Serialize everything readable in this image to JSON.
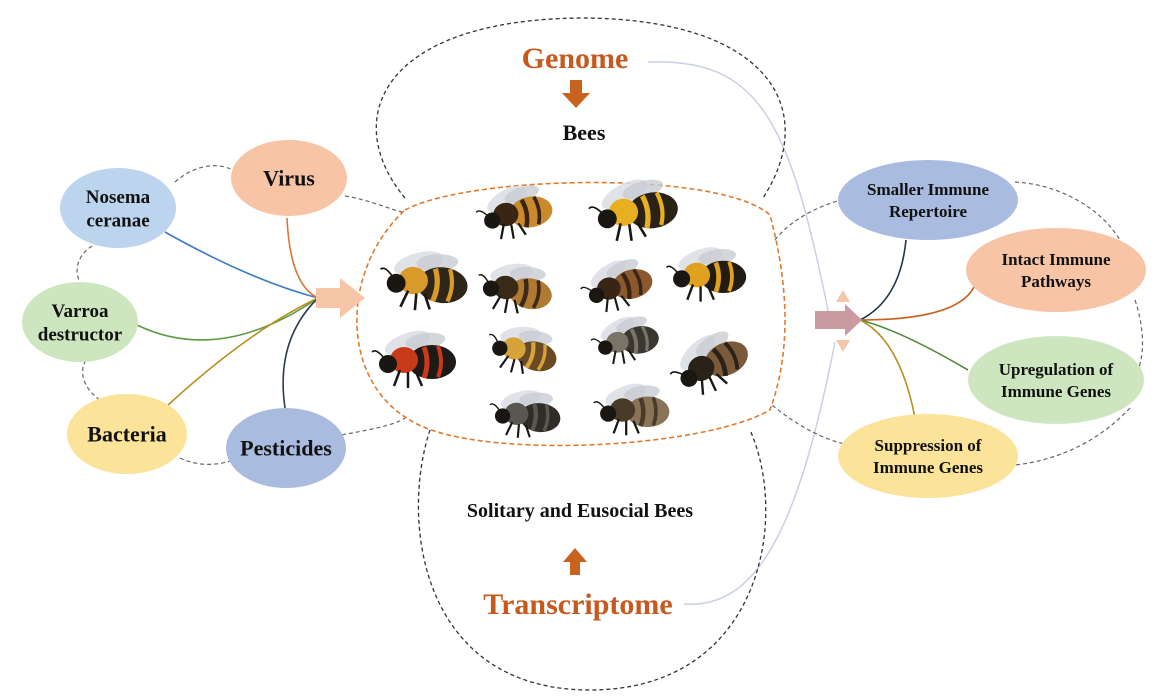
{
  "title_top": "Genome",
  "title_top_sub": "Bees",
  "title_bottom": "Transcriptome",
  "title_bottom_sub": "Solitary and Eusocial Bees",
  "colors": {
    "orange_text": "#c65a1e",
    "arrow_orange": "#c8621f",
    "blue": "#bcd4ee",
    "peach": "#f7c4a6",
    "green": "#cde6c0",
    "yellow": "#fbe39a",
    "slate": "#a9bce0"
  },
  "left_nodes": [
    {
      "id": "nosema",
      "lines": [
        "Nosema",
        "ceranae"
      ],
      "color": "blue",
      "line_color": "#3b7bbf"
    },
    {
      "id": "virus",
      "lines": [
        "Virus"
      ],
      "color": "peach",
      "line_color": "#d9773a"
    },
    {
      "id": "varroa",
      "lines": [
        "Varroa",
        "destructor"
      ],
      "color": "green",
      "line_color": "#5c9a45"
    },
    {
      "id": "bacteria",
      "lines": [
        "Bacteria"
      ],
      "color": "yellow",
      "line_color": "#b8901e"
    },
    {
      "id": "pesticides",
      "lines": [
        "Pesticides"
      ],
      "color": "slate",
      "line_color": "#2a3b52"
    }
  ],
  "right_nodes": [
    {
      "id": "smaller",
      "lines": [
        "Smaller Immune",
        "Repertoire"
      ],
      "color": "slate",
      "line_color": "#1f3550"
    },
    {
      "id": "intact",
      "lines": [
        "Intact Immune",
        "Pathways"
      ],
      "color": "peach",
      "line_color": "#c8621f"
    },
    {
      "id": "upreg",
      "lines": [
        "Upregulation of",
        "Immune Genes"
      ],
      "color": "green",
      "line_color": "#4f8a3c"
    },
    {
      "id": "suppress",
      "lines": [
        "Suppression of",
        "Immune Genes"
      ],
      "color": "yellow",
      "line_color": "#b8901e"
    }
  ],
  "bees": [
    {
      "body": "#c98a2e",
      "stripe": "#3a2414"
    },
    {
      "body": "#2a2216",
      "stripe": "#e8b020"
    },
    {
      "body": "#2e2618",
      "stripe": "#d89a28"
    },
    {
      "body": "#b07a32",
      "stripe": "#3a2a18"
    },
    {
      "body": "#8a5a2e",
      "stripe": "#3a2414"
    },
    {
      "body": "#231c14",
      "stripe": "#e0a020"
    },
    {
      "body": "#1e1a18",
      "stripe": "#c83a1a"
    },
    {
      "body": "#6a4a24",
      "stripe": "#d6a23a"
    },
    {
      "body": "#3a3630",
      "stripe": "#7a7468"
    },
    {
      "body": "#7a5a3a",
      "stripe": "#2a2218"
    },
    {
      "body": "#302c28",
      "stripe": "#5a5650"
    },
    {
      "body": "#8a7458",
      "stripe": "#4a3a28"
    }
  ]
}
